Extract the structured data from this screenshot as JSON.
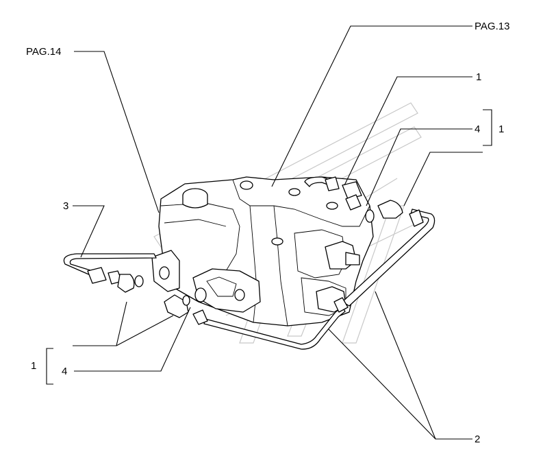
{
  "callouts": {
    "pag13": "PAG.13",
    "pag14": "PAG.14",
    "ref1_top": "1",
    "ref4_right": "4",
    "ref1_right": "1",
    "ref3": "3",
    "ref1_left": "1",
    "ref4_left": "4",
    "ref2": "2"
  }
}
